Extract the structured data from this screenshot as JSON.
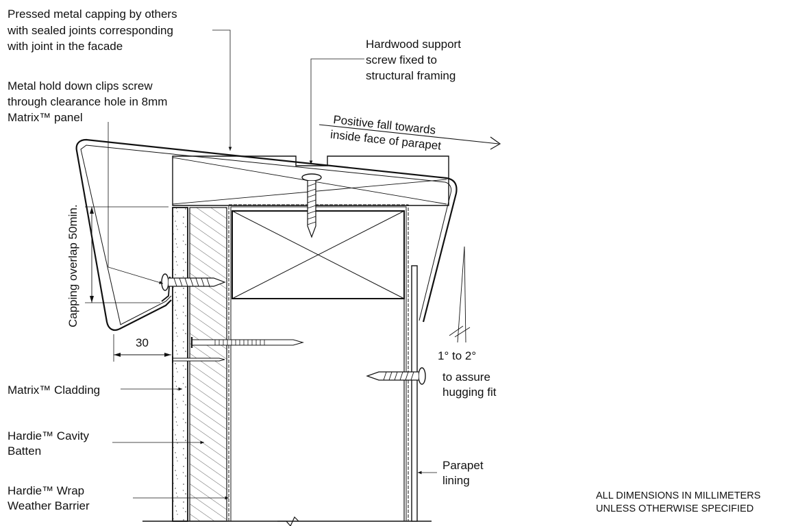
{
  "labels": {
    "capping": [
      "Pressed metal capping by others",
      "with sealed joints corresponding",
      "with joint in the facade"
    ],
    "hardwood": [
      "Hardwood support",
      "screw fixed to",
      "structural framing"
    ],
    "clips": [
      "Metal hold down clips screw",
      "through clearance hole in 8mm",
      "Matrix™ panel"
    ],
    "fall": [
      "Positive fall towards",
      "inside face of parapet"
    ],
    "overlap": "Capping overlap 50min.",
    "dim30": "30",
    "angle": "1° to 2°",
    "hugging": [
      "to assure",
      "hugging fit"
    ],
    "cladding": "Matrix™ Cladding",
    "batten": [
      "Hardie™ Cavity",
      "Batten"
    ],
    "wrap": [
      "Hardie™ Wrap",
      "Weather Barrier"
    ],
    "lining": [
      "Parapet",
      "lining"
    ],
    "note": [
      "ALL DIMENSIONS IN MILLIMETERS",
      "UNLESS OTHERWISE SPECIFIED"
    ]
  }
}
